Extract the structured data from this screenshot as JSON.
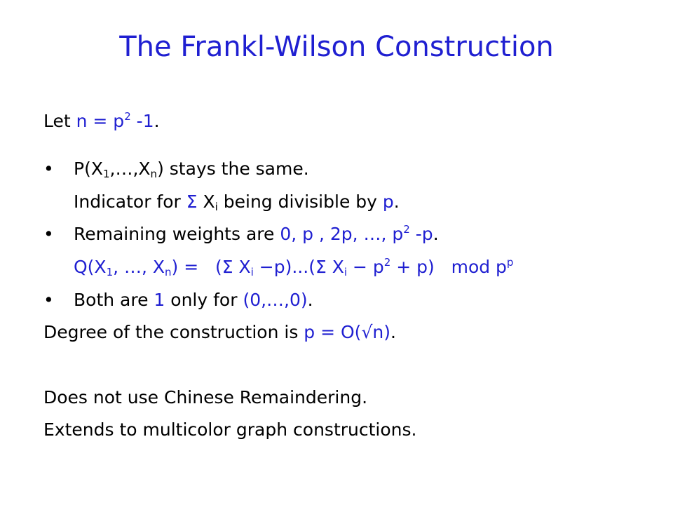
{
  "title": "The Frankl-Wilson Construction",
  "colors": {
    "accent": "#1f1fd1",
    "text": "#000000"
  },
  "intro": {
    "let": "Let ",
    "n_eq_p": "n = p",
    "exp2": "2",
    "minus1": " -1",
    "period": "."
  },
  "bullet_glyph": "•",
  "bullet1": {
    "text_a": "P(X",
    "sub1": "1",
    "text_b": ",…,X",
    "subn": "n",
    "text_c": ") stays the same.",
    "sub_a": "Indicator for ",
    "sigma": "Σ",
    "x": " X",
    "subi": "i",
    "text_d": " being divisible by ",
    "p": "p",
    "period": "."
  },
  "bullet2": {
    "text_a": "Remaining weights are ",
    "weights_a": "0, p , 2p, …, p",
    "exp2": "2",
    "weights_b": " -p",
    "period": ".",
    "q_a": "Q(X",
    "sub1": "1",
    "q_b": ", …, X",
    "subn": "n",
    "q_c": ") =   (",
    "sigma1": "Σ",
    "q_d": " X",
    "subi1": "i",
    "q_e": " −p)...(",
    "sigma2": "Σ",
    "q_f": " X",
    "subi2": "i",
    "q_g": " − p",
    "exp2b": "2",
    "q_h": " + p)   mod p",
    "expp": "p"
  },
  "bullet3": {
    "text_a": "Both are ",
    "one": "1",
    "text_b": " only for ",
    "zero_vec": "(0,…,0)",
    "period": "."
  },
  "degree": {
    "text_a": "Degree of the construction is ",
    "value": "p = O(√n)",
    "period": "."
  },
  "closing": [
    "Does not use Chinese Remaindering.",
    "Extends to multicolor graph constructions."
  ]
}
